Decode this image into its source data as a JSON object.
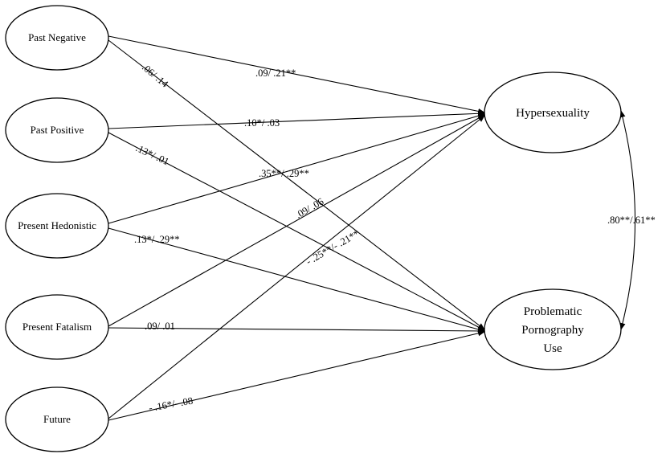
{
  "nodes": {
    "past_negative": "Past Negative",
    "past_positive": "Past Positive",
    "present_hedonistic": "Present Hedonistic",
    "present_fatalism": "Present Fatalism",
    "future": "Future",
    "hypersexuality": "Hypersexuality",
    "ppu_line1": "Problematic",
    "ppu_line2": "Pornography",
    "ppu_line3": "Use"
  },
  "edges": {
    "pn_hyp": ".09/ .21**",
    "pn_ppu": ".06/ .14",
    "pp_hyp": ".10*/ .03",
    "pp_ppu": ".13*/ .01",
    "ph_hyp": ".35**/ .29**",
    "ph_ppu": ".13*/ .29**",
    "pf_hyp": ".09/ .06",
    "pf_ppu": ".09/ .01",
    "fu_hyp": "- .25**/- .21**",
    "fu_ppu": "- .16*/- .08",
    "hyp_ppu": ".80**/.61**"
  }
}
